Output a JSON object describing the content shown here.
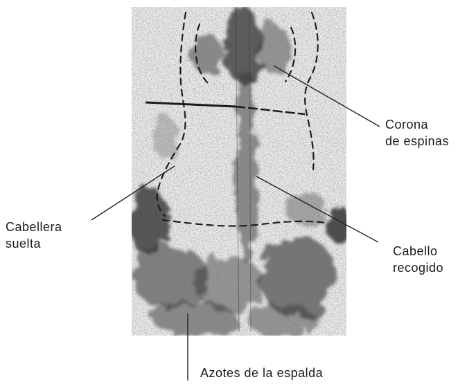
{
  "figure": {
    "type": "annotated-photograph",
    "image_tone": "grayscale",
    "colors": {
      "background": "#ffffff",
      "ink": "#1a1a1a",
      "leader_line": "#222222"
    }
  },
  "labels": {
    "crown": {
      "line1": "Corona",
      "line2": "de espinas"
    },
    "loose_hair": {
      "line1": "Cabellera",
      "line2": "suelta"
    },
    "tied_hair": {
      "line1": "Cabello",
      "line2": "recogido"
    },
    "lashes": {
      "line1": "Azotes de la espalda"
    }
  }
}
